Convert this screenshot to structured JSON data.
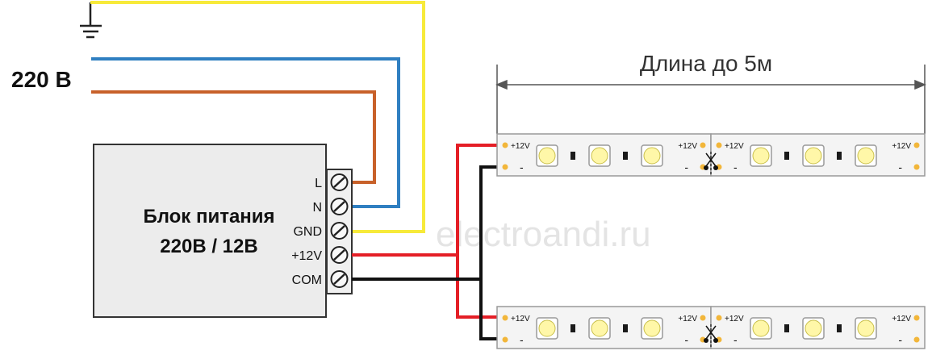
{
  "mains": {
    "label": "220 В"
  },
  "psu": {
    "title_line1": "Блок питания",
    "title_line2": "220В / 12В",
    "terminals": [
      "L",
      "N",
      "GND",
      "+12V",
      "COM"
    ]
  },
  "dimension": {
    "label": "Длина до 5м"
  },
  "strip": {
    "plus_label": "+12V",
    "minus_label": "-"
  },
  "watermark": "electroandi.ru",
  "colors": {
    "ground_wire": "#f7ea3a",
    "neutral_wire": "#2f7fc1",
    "line_wire": "#c8612a",
    "plus_wire": "#e41e26",
    "com_wire": "#111111",
    "strip_fill": "#f4f4f4",
    "led": "#fff7a8",
    "pad": "#f2b63a"
  }
}
